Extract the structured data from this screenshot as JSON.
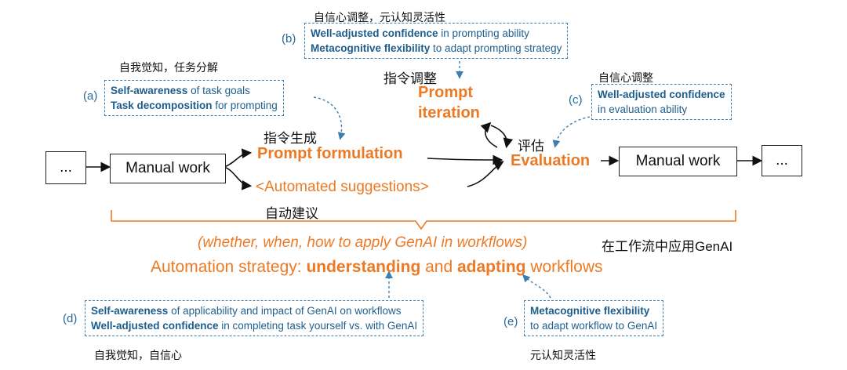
{
  "cn": {
    "b": "自信心调整，元认知灵活性",
    "a": "自我觉知，任务分解",
    "prompt_iter": "指令调整",
    "c": "自信心调整",
    "formulation": "指令生成",
    "evaluation": "评估",
    "auto_sugg": "自动建议",
    "apply": "在工作流中应用GenAI",
    "d": "自我觉知，自信心",
    "e": "元认知灵活性"
  },
  "tags": {
    "a": "(a)",
    "b": "(b)",
    "c": "(c)",
    "d": "(d)",
    "e": "(e)"
  },
  "notes": {
    "a": {
      "l1_bold": "Self-awareness",
      "l1_rest": " of task goals",
      "l2_bold": "Task decomposition",
      "l2_rest": " for prompting"
    },
    "b": {
      "l1_bold": "Well-adjusted confidence",
      "l1_rest": " in prompting ability",
      "l2_bold": "Metacognitive flexibility",
      "l2_rest": " to adapt prompting strategy"
    },
    "c": {
      "l1_bold": "Well-adjusted confidence",
      "l2_rest": "in evaluation ability"
    },
    "d": {
      "l1_bold": "Self-awareness",
      "l1_rest": " of applicability and impact of GenAI on workflows",
      "l2_bold": "Well-adjusted confidence",
      "l2_rest": " in completing task yourself vs. with GenAI"
    },
    "e": {
      "l1_bold": "Metacognitive flexibility",
      "l2_rest": "to adapt workflow to GenAI"
    }
  },
  "boxes": {
    "left_dots": "...",
    "manual1": "Manual work",
    "manual2": "Manual work",
    "right_dots": "..."
  },
  "labels": {
    "prompt_formulation": "Prompt formulation",
    "prompt_iteration_1": "Prompt",
    "prompt_iteration_2": "iteration",
    "evaluation": "Evaluation",
    "automated_suggestions": "<Automated suggestions>",
    "whether": "(whether, when, how to apply GenAI in workflows)",
    "strategy_pre": "Automation strategy: ",
    "strategy_b1": "understanding",
    "strategy_mid": " and ",
    "strategy_b2": "adapting",
    "strategy_post": " workflows"
  },
  "colors": {
    "accent": "#ec7a24",
    "note_border": "#3b7fb0",
    "note_text": "#1f5f8e"
  }
}
